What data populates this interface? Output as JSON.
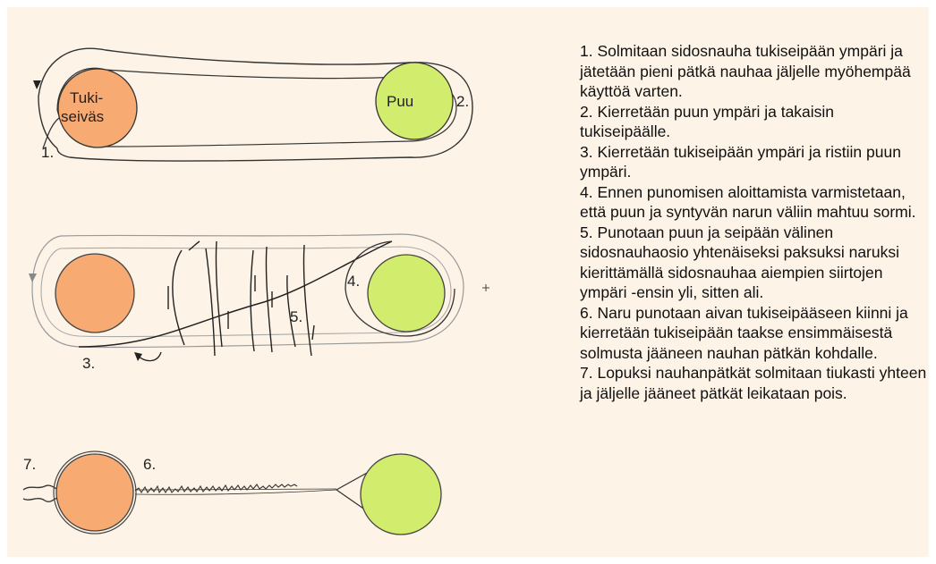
{
  "diagram": {
    "step_labels": {
      "s1": "1.",
      "s2": "2.",
      "s3": "3.",
      "s4": "4.",
      "s5": "5.",
      "s6": "6.",
      "s7": "7."
    },
    "circle_labels": {
      "stake_line1": "Tuki-",
      "stake_line2": "seiväs",
      "tree": "Puu"
    },
    "colors": {
      "stake": "#f7aa72",
      "tree": "#d2ec6d",
      "background": "#fdf3e6"
    }
  },
  "instructions": [
    "1. Solmitaan sidosnauha tukiseipään ympäri ja jätetään pieni pätkä nauhaa jäljelle myöhempää käyttöä varten.",
    "2. Kierretään puun ympäri ja takaisin tukiseipäälle.",
    "3. Kierretään tukiseipään ympäri ja ristiin puun ympäri.",
    "4. Ennen punomisen aloittamista varmistetaan, että puun ja syntyvän narun väliin mahtuu sormi.",
    "5. Punotaan puun ja seipään välinen sidosnauhaosio yhtenäiseksi paksuksi naruksi kierittämällä sidosnauhaa aiempien siirtojen ympäri  -ensin yli, sitten ali.",
    "6. Naru punotaan aivan tukiseipääseen kiinni ja kierretään tukiseipään taakse ensimmäisestä solmusta jääneen nauhan pätkän kohdalle.",
    "7. Lopuksi nauhanpätkät solmitaan tiukasti yhteen ja jäljelle jääneet pätkät leikataan pois."
  ]
}
